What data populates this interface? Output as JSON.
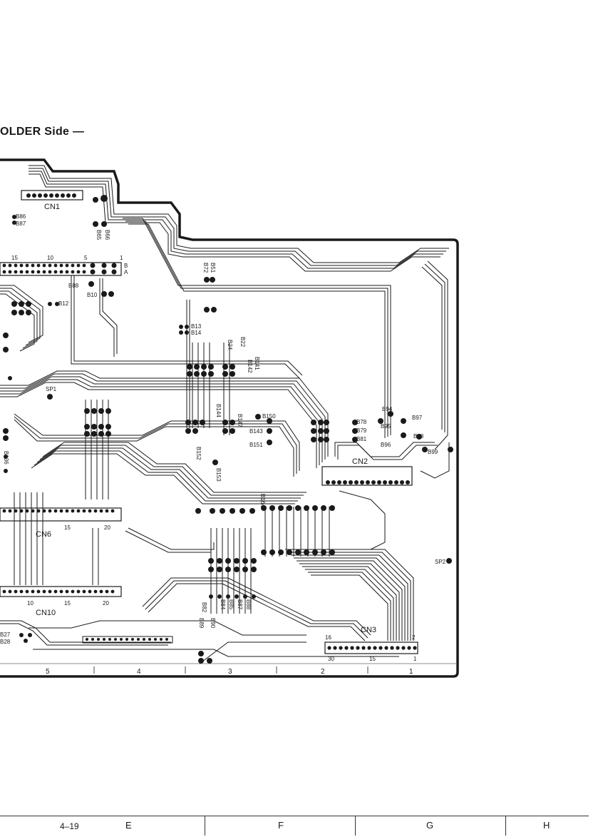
{
  "title": "OLDER Side —",
  "page_number": "4–19",
  "footer_columns": [
    "E",
    "F",
    "G",
    "H"
  ],
  "grid_numbers": [
    "5",
    "4",
    "3",
    "2",
    "1"
  ],
  "connectors": {
    "cn1": "CN1",
    "cn2": "CN2",
    "cn3": "CN3",
    "cn6": "CN6",
    "cn10": "CN10"
  },
  "test_points": {
    "sp1": "SP1",
    "sp2": "SP2"
  },
  "labels": {
    "b65": "B65",
    "b66": "B66",
    "b86": "B86",
    "b87": "B87",
    "b88": "B88",
    "b10": "B10",
    "b72": "B72",
    "b51": "B51",
    "b13": "B13",
    "b14": "B14",
    "b22": "B22",
    "b24": "B24",
    "b141": "B141",
    "b142": "B142",
    "b143": "B143",
    "b147": "B147",
    "b144": "B144",
    "b150": "B150",
    "b151": "B151",
    "b152": "B152",
    "b153": "B153",
    "b136": "B136",
    "b164": "B164",
    "b78": "B78",
    "b79": "B79",
    "b81": "B81",
    "b94": "B94",
    "b95": "B95",
    "b96": "B96",
    "b97": "B97",
    "b98": "B98",
    "b99": "B99",
    "b82": "B82",
    "b89": "B89",
    "b90": "B90",
    "b84": "B84",
    "b85": "B85",
    "b87b": "B87",
    "b88b": "B88",
    "b27": "B27",
    "b28": "B28",
    "b12": "B12"
  },
  "pin_numbers": {
    "cn_top_15": "15",
    "cn_top_10": "10",
    "cn_top_5": "5",
    "cn_top_1": "1",
    "cn_top_b": "B",
    "cn_top_a": "A",
    "cn6_15": "15",
    "cn6_20": "20",
    "cn10_10": "10",
    "cn10_15": "15",
    "cn10_20": "20",
    "cn3_30": "30",
    "cn3_15": "15",
    "cn3_1": "1",
    "cn3_16": "16",
    "cn3_2": "2"
  }
}
